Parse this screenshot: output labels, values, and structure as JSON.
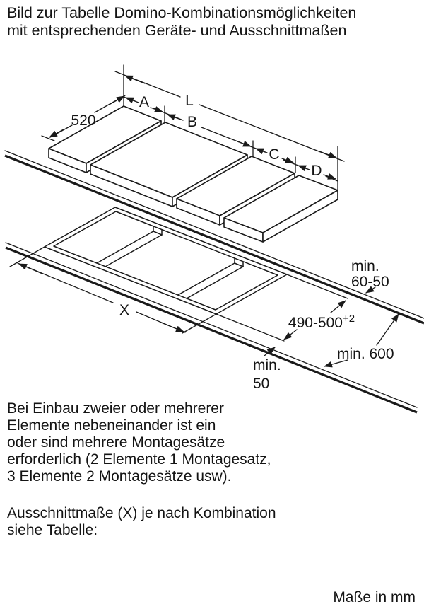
{
  "title": {
    "text": "Bild zur Tabelle Domino-Kombinationsmöglichkeiten\nmit entsprechenden Geräte- und Ausschnittmaßen"
  },
  "diagram": {
    "labels": {
      "appliance_depth": "520",
      "segment_a": "A",
      "segment_b": "B",
      "segment_c": "C",
      "segment_d": "D",
      "total_length": "L",
      "cutout_length": "X",
      "cutout_depth": "490-500",
      "cutout_depth_tolerance": "+2",
      "rear_gap_line1": "min.",
      "rear_gap_line2": "60-50",
      "worktop_depth": "min. 600",
      "front_gap_line1": "min.",
      "front_gap_line2": "50"
    }
  },
  "notes": {
    "mounting": "Bei Einbau zweier oder mehrerer\nElemente nebeneinander ist ein\noder sind mehrere Montagesätze\nerforderlich (2 Elemente 1 Montagesatz,\n3 Elemente 2 Montagesätze usw).",
    "cutout": "Ausschnittmaße (X) je nach Kombination\nsiehe Tabelle:"
  },
  "footer": {
    "units": "Maße in mm"
  }
}
